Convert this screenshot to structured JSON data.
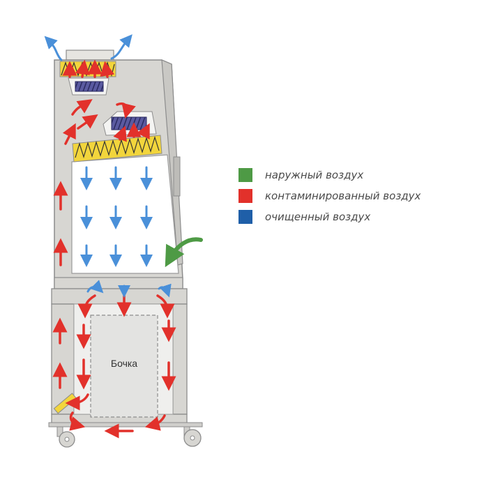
{
  "diagram": {
    "drum_label": "Бочка",
    "colors": {
      "outside_air": "#4e9a45",
      "contaminated_air": "#e2312b",
      "purified_air": "#1f5fa8",
      "cabinet": "#d7d6d2",
      "cabinet_stroke": "#8c8c8c",
      "filter": "#f2d53c",
      "fan": "#3b3b7a"
    }
  },
  "legend": {
    "items": [
      {
        "label": "наружный воздух",
        "color": "#4e9a45"
      },
      {
        "label": "контаминированный воздух",
        "color": "#e2312b"
      },
      {
        "label": "очищенный воздух",
        "color": "#1f5fa8"
      }
    ]
  }
}
